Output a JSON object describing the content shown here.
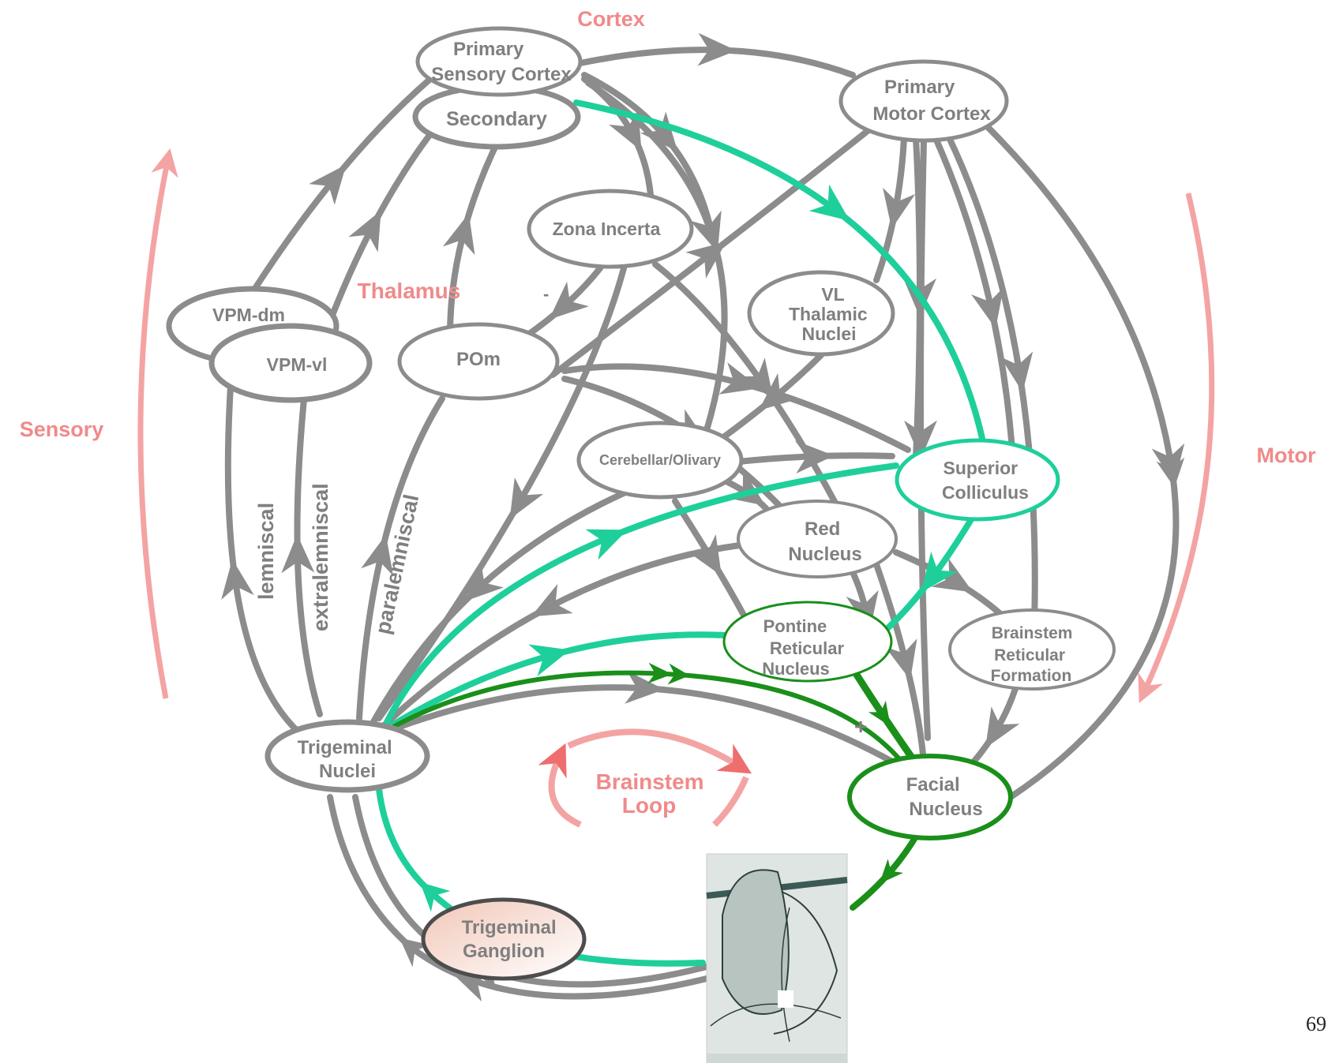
{
  "colors": {
    "gray": "#8c8c8c",
    "teal": "#1ecf9b",
    "green": "#1a8f1a",
    "pink": "#f4a3a3",
    "label_pink": "#f08a8a",
    "node_text": "#7f7f7f"
  },
  "regions": {
    "cortex": "Cortex",
    "thalamus": "Thalamus",
    "sensory": "Sensory",
    "motor": "Motor",
    "brainstem_loop_line1": "Brainstem",
    "brainstem_loop_line2": "Loop"
  },
  "nodes": {
    "primary_sensory": [
      "Primary",
      "Sensory Cortex"
    ],
    "secondary": [
      "Secondary"
    ],
    "primary_motor": [
      "Primary",
      "Motor Cortex"
    ],
    "zona_incerta": [
      "Zona Incerta"
    ],
    "vpm_dm": [
      "VPM-dm"
    ],
    "vpm_vl": [
      "VPM-vl"
    ],
    "pom": [
      "POm"
    ],
    "vl_thalamic": [
      "VL",
      "Thalamic",
      "Nuclei"
    ],
    "cerebellar": [
      "Cerebellar/Olivary"
    ],
    "superior_colliculus": [
      "Superior",
      "Colliculus"
    ],
    "red_nucleus": [
      "Red",
      "Nucleus"
    ],
    "pontine": [
      "Pontine",
      "Reticular",
      "Nucleus"
    ],
    "brainstem_reticular": [
      "Brainstem",
      "Reticular",
      "Formation"
    ],
    "trigeminal_nuclei": [
      "Trigeminal",
      "Nuclei"
    ],
    "facial_nucleus": [
      "Facial",
      "Nucleus"
    ],
    "trigeminal_ganglion": [
      "Trigeminal",
      "Ganglion"
    ]
  },
  "pathway_labels": {
    "lemniscal": "lemniscal",
    "extralemniscal": "extralemniscal",
    "paralemniscal": "paralemniscal"
  },
  "signs": {
    "minus": "-",
    "plus": "+"
  },
  "page_number": "69"
}
